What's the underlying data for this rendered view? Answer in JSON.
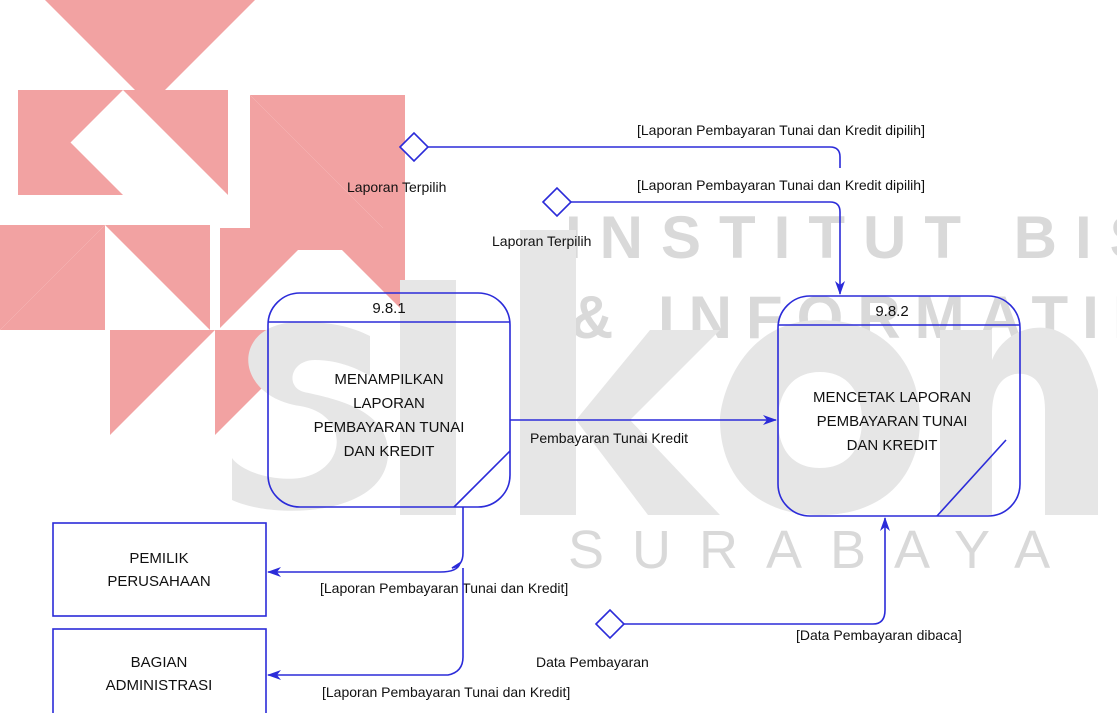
{
  "colors": {
    "diagram_blue": "#2b2bd9",
    "watermark_red": "#f2a2a2",
    "watermark_gray": "#d9d9d9"
  },
  "watermark": {
    "line1": "INSTITUT BISNIS",
    "line2": "& INFORMATIKA",
    "line3": "SURABAYA"
  },
  "processes": [
    {
      "id": "9.8.1",
      "lines": [
        "MENAMPILKAN",
        "LAPORAN",
        "PEMBAYARAN TUNAI",
        "DAN KREDIT"
      ]
    },
    {
      "id": "9.8.2",
      "lines": [
        "MENCETAK LAPORAN",
        "PEMBAYARAN TUNAI",
        "DAN KREDIT"
      ]
    }
  ],
  "entities": [
    {
      "lines": [
        "PEMILIK",
        "PERUSAHAAN"
      ]
    },
    {
      "lines": [
        "BAGIAN",
        "ADMINISTRASI"
      ]
    }
  ],
  "data_stores": [
    {
      "label": "Laporan Terpilih"
    },
    {
      "label": "Laporan Terpilih"
    },
    {
      "label": "Data Pembayaran"
    }
  ],
  "flows": {
    "store1_to_p2": "[Laporan Pembayaran Tunai dan Kredit dipilih]",
    "store2_to_p2": "[Laporan Pembayaran Tunai dan Kredit dipilih]",
    "p1_to_p2": "Pembayaran Tunai Kredit",
    "p1_to_pemilik": "[Laporan Pembayaran Tunai dan Kredit]",
    "p1_to_bagian": "[Laporan Pembayaran Tunai dan Kredit]",
    "store3_to_p2": "[Data Pembayaran dibaca]"
  }
}
